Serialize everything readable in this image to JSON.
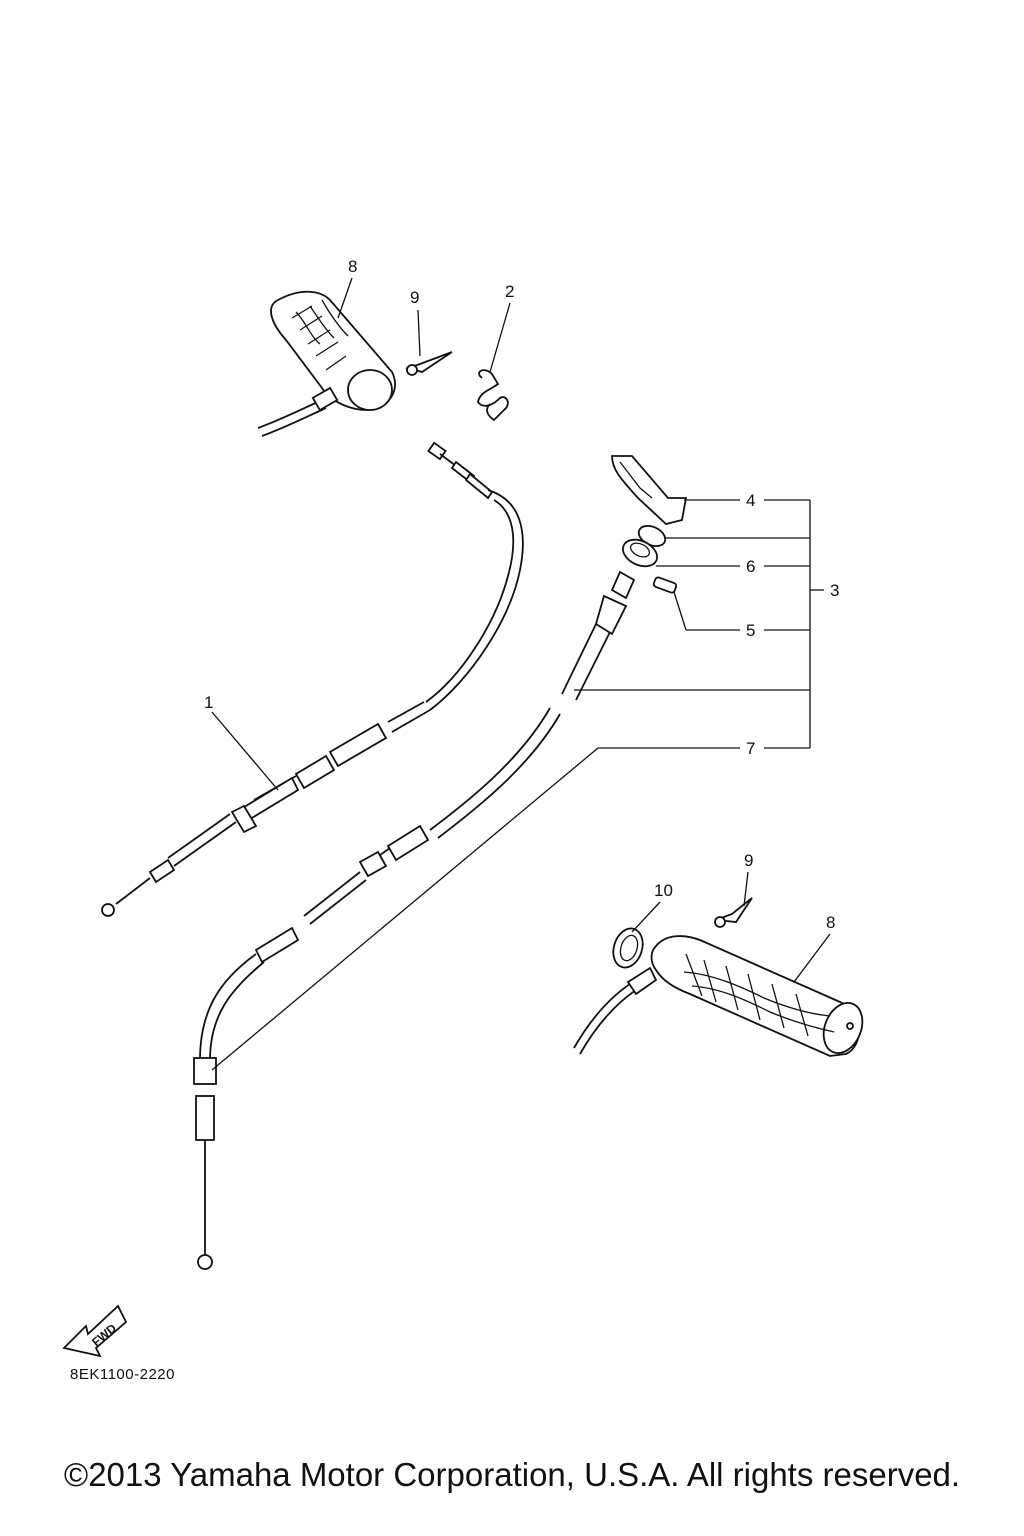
{
  "callouts": {
    "c8_top": "8",
    "c9_top": "9",
    "c2": "2",
    "c4": "4",
    "c6": "6",
    "c3": "3",
    "c5": "5",
    "c1": "1",
    "c7": "7",
    "c9_bottom": "9",
    "c10": "10",
    "c8_bottom": "8"
  },
  "fwd_label": "FWD",
  "diagram_code": "8EK1100-2220",
  "copyright": "©2013 Yamaha Motor Corporation, U.S.A. All rights reserved."
}
